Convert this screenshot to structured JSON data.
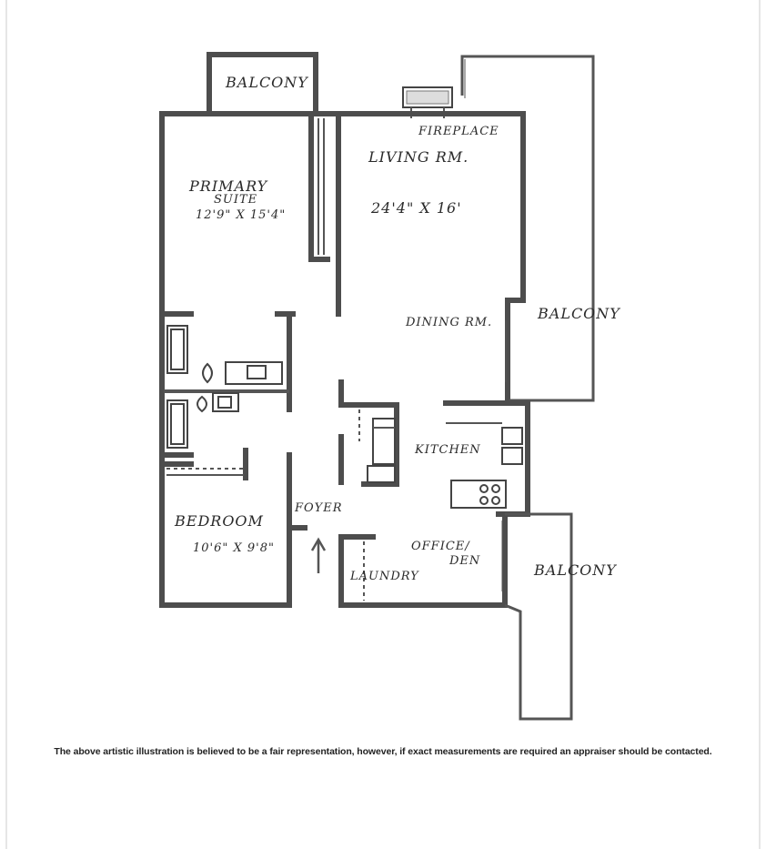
{
  "rooms": {
    "balcony_top": "BALCONY",
    "fireplace": "FIREPLACE",
    "living": "LIVING RM.",
    "living_dims": "24'4\" X 16'",
    "primary": "PRIMARY",
    "primary_suite": "SUITE",
    "primary_dims": "12'9\" X 15'4\"",
    "dining": "DINING RM.",
    "balcony_right": "BALCONY",
    "kitchen": "KITCHEN",
    "foyer": "FOYER",
    "bedroom": "BEDROOM",
    "bedroom_dims": "10'6\" X 9'8\"",
    "office": "OFFICE/",
    "office_den": "DEN",
    "laundry": "LAUNDRY",
    "balcony_lower": "BALCONY"
  },
  "disclaimer": "The above artistic illustration is believed to be a fair representation, however, if exact measurements are required an appraiser should be contacted.",
  "colors": {
    "ink": "#4d4d4d",
    "paper": "#ffffff"
  }
}
